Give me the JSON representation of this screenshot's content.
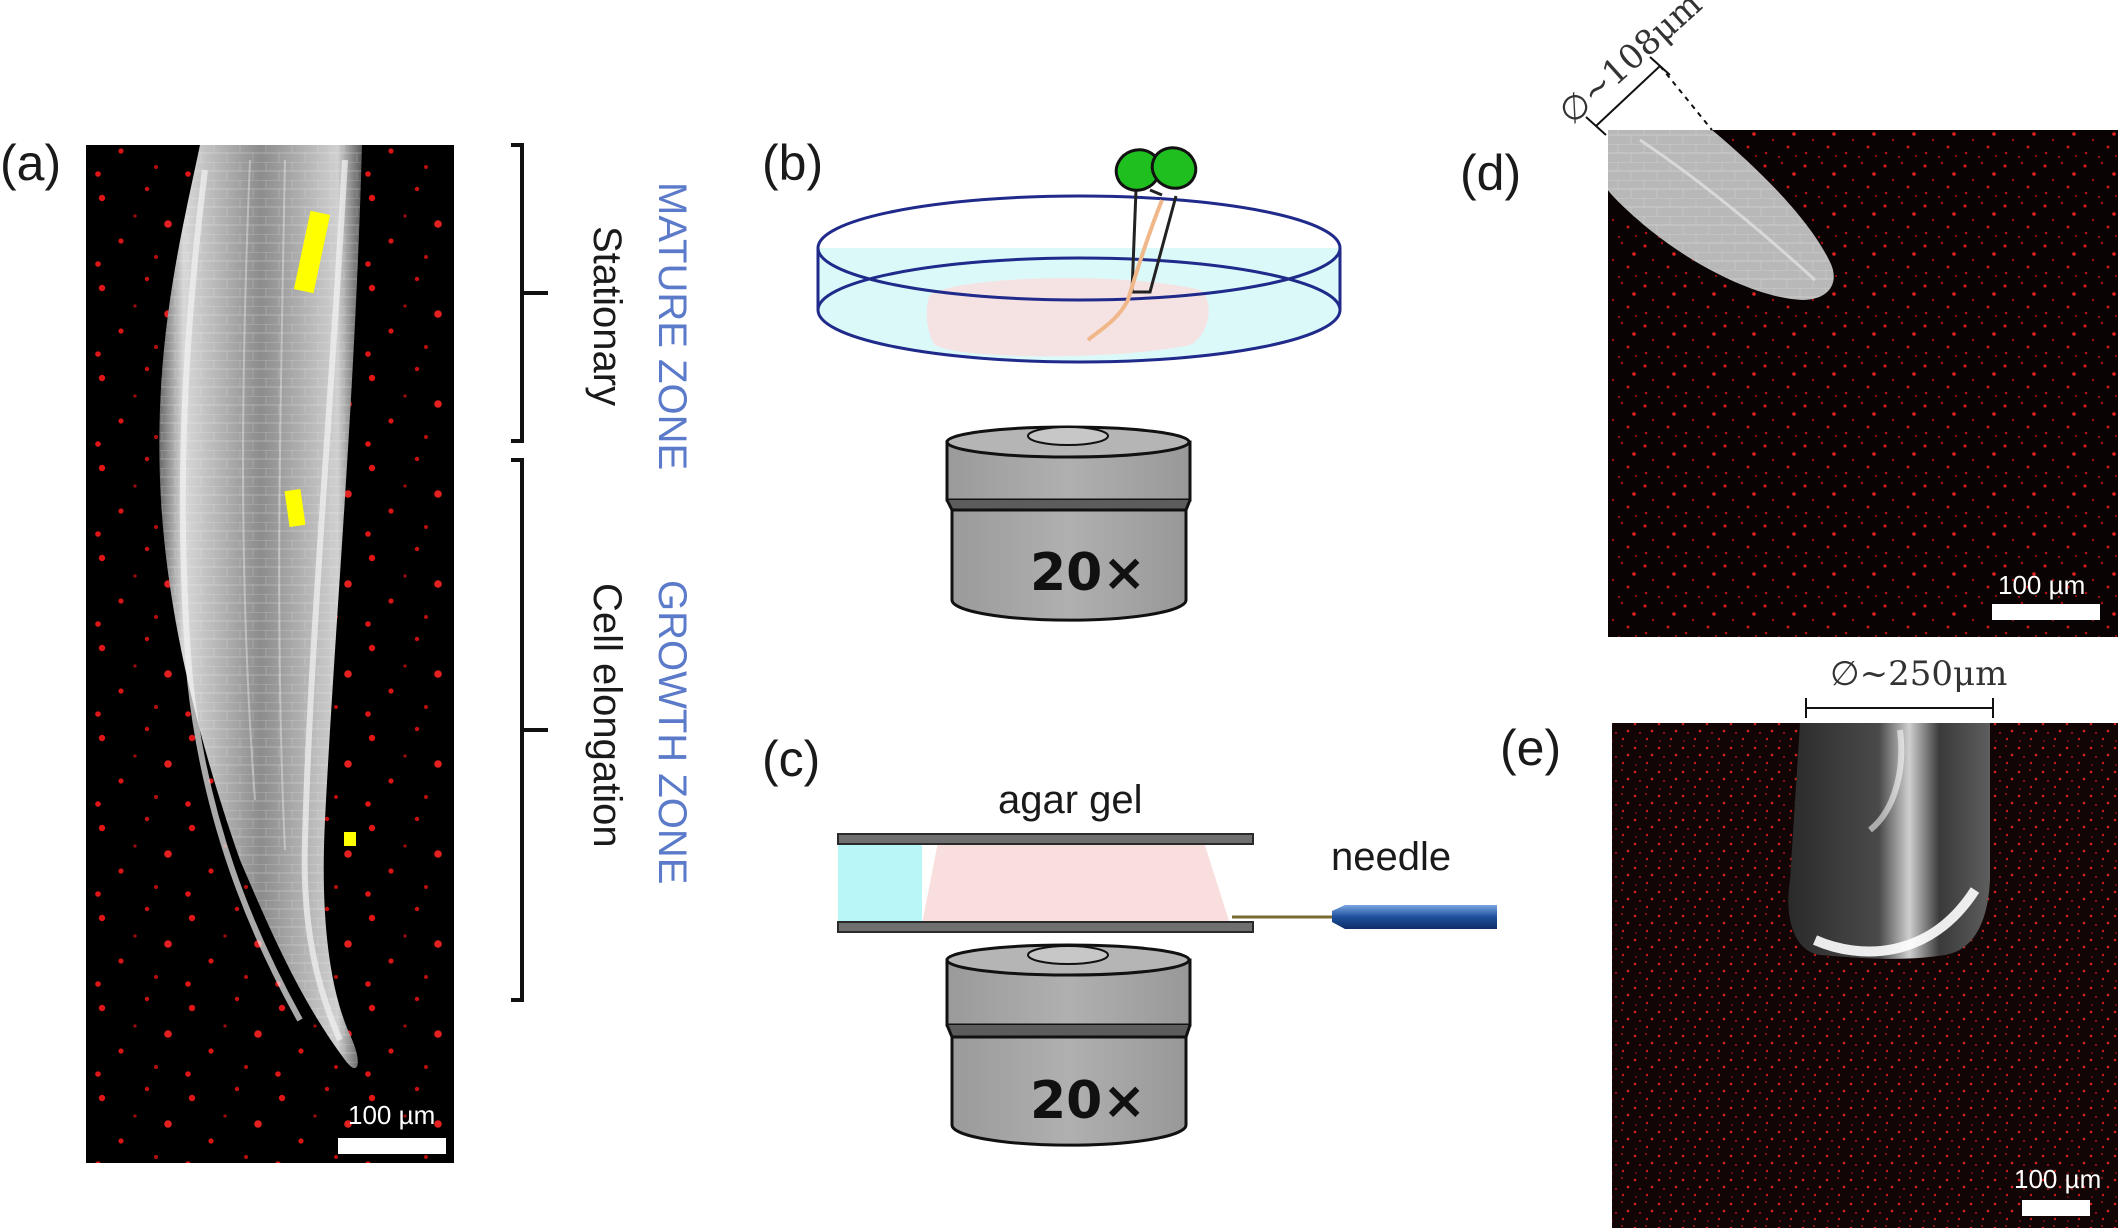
{
  "panel_labels": {
    "a": "(a)",
    "b": "(b)",
    "c": "(c)",
    "d": "(d)",
    "e": "(e)"
  },
  "zones": {
    "mature_zone": "MATURE ZONE",
    "stationary": "Stationary",
    "growth_zone": "GROWTH ZONE",
    "cell_elongation": "Cell elongation"
  },
  "scale_bar": {
    "a": "100 µm",
    "d": "100 µm",
    "e": "100 µm"
  },
  "objective": {
    "b": "20×",
    "c": "20×"
  },
  "labels": {
    "agar_gel": "agar gel",
    "needle": "needle"
  },
  "diameters": {
    "d": "∅~108μm",
    "e": "∅~250μm"
  },
  "colors": {
    "zone_text": "#5b7ac9",
    "root_marker": "#ffff00",
    "particles": "#ff2020",
    "dish_outline": "#1f2a8a",
    "water": "#b8f1f5",
    "agar": "#f9dede",
    "leaf": "#1fbf1f",
    "objective_body": "#a6a6a6",
    "needle": "#2a5da8"
  }
}
